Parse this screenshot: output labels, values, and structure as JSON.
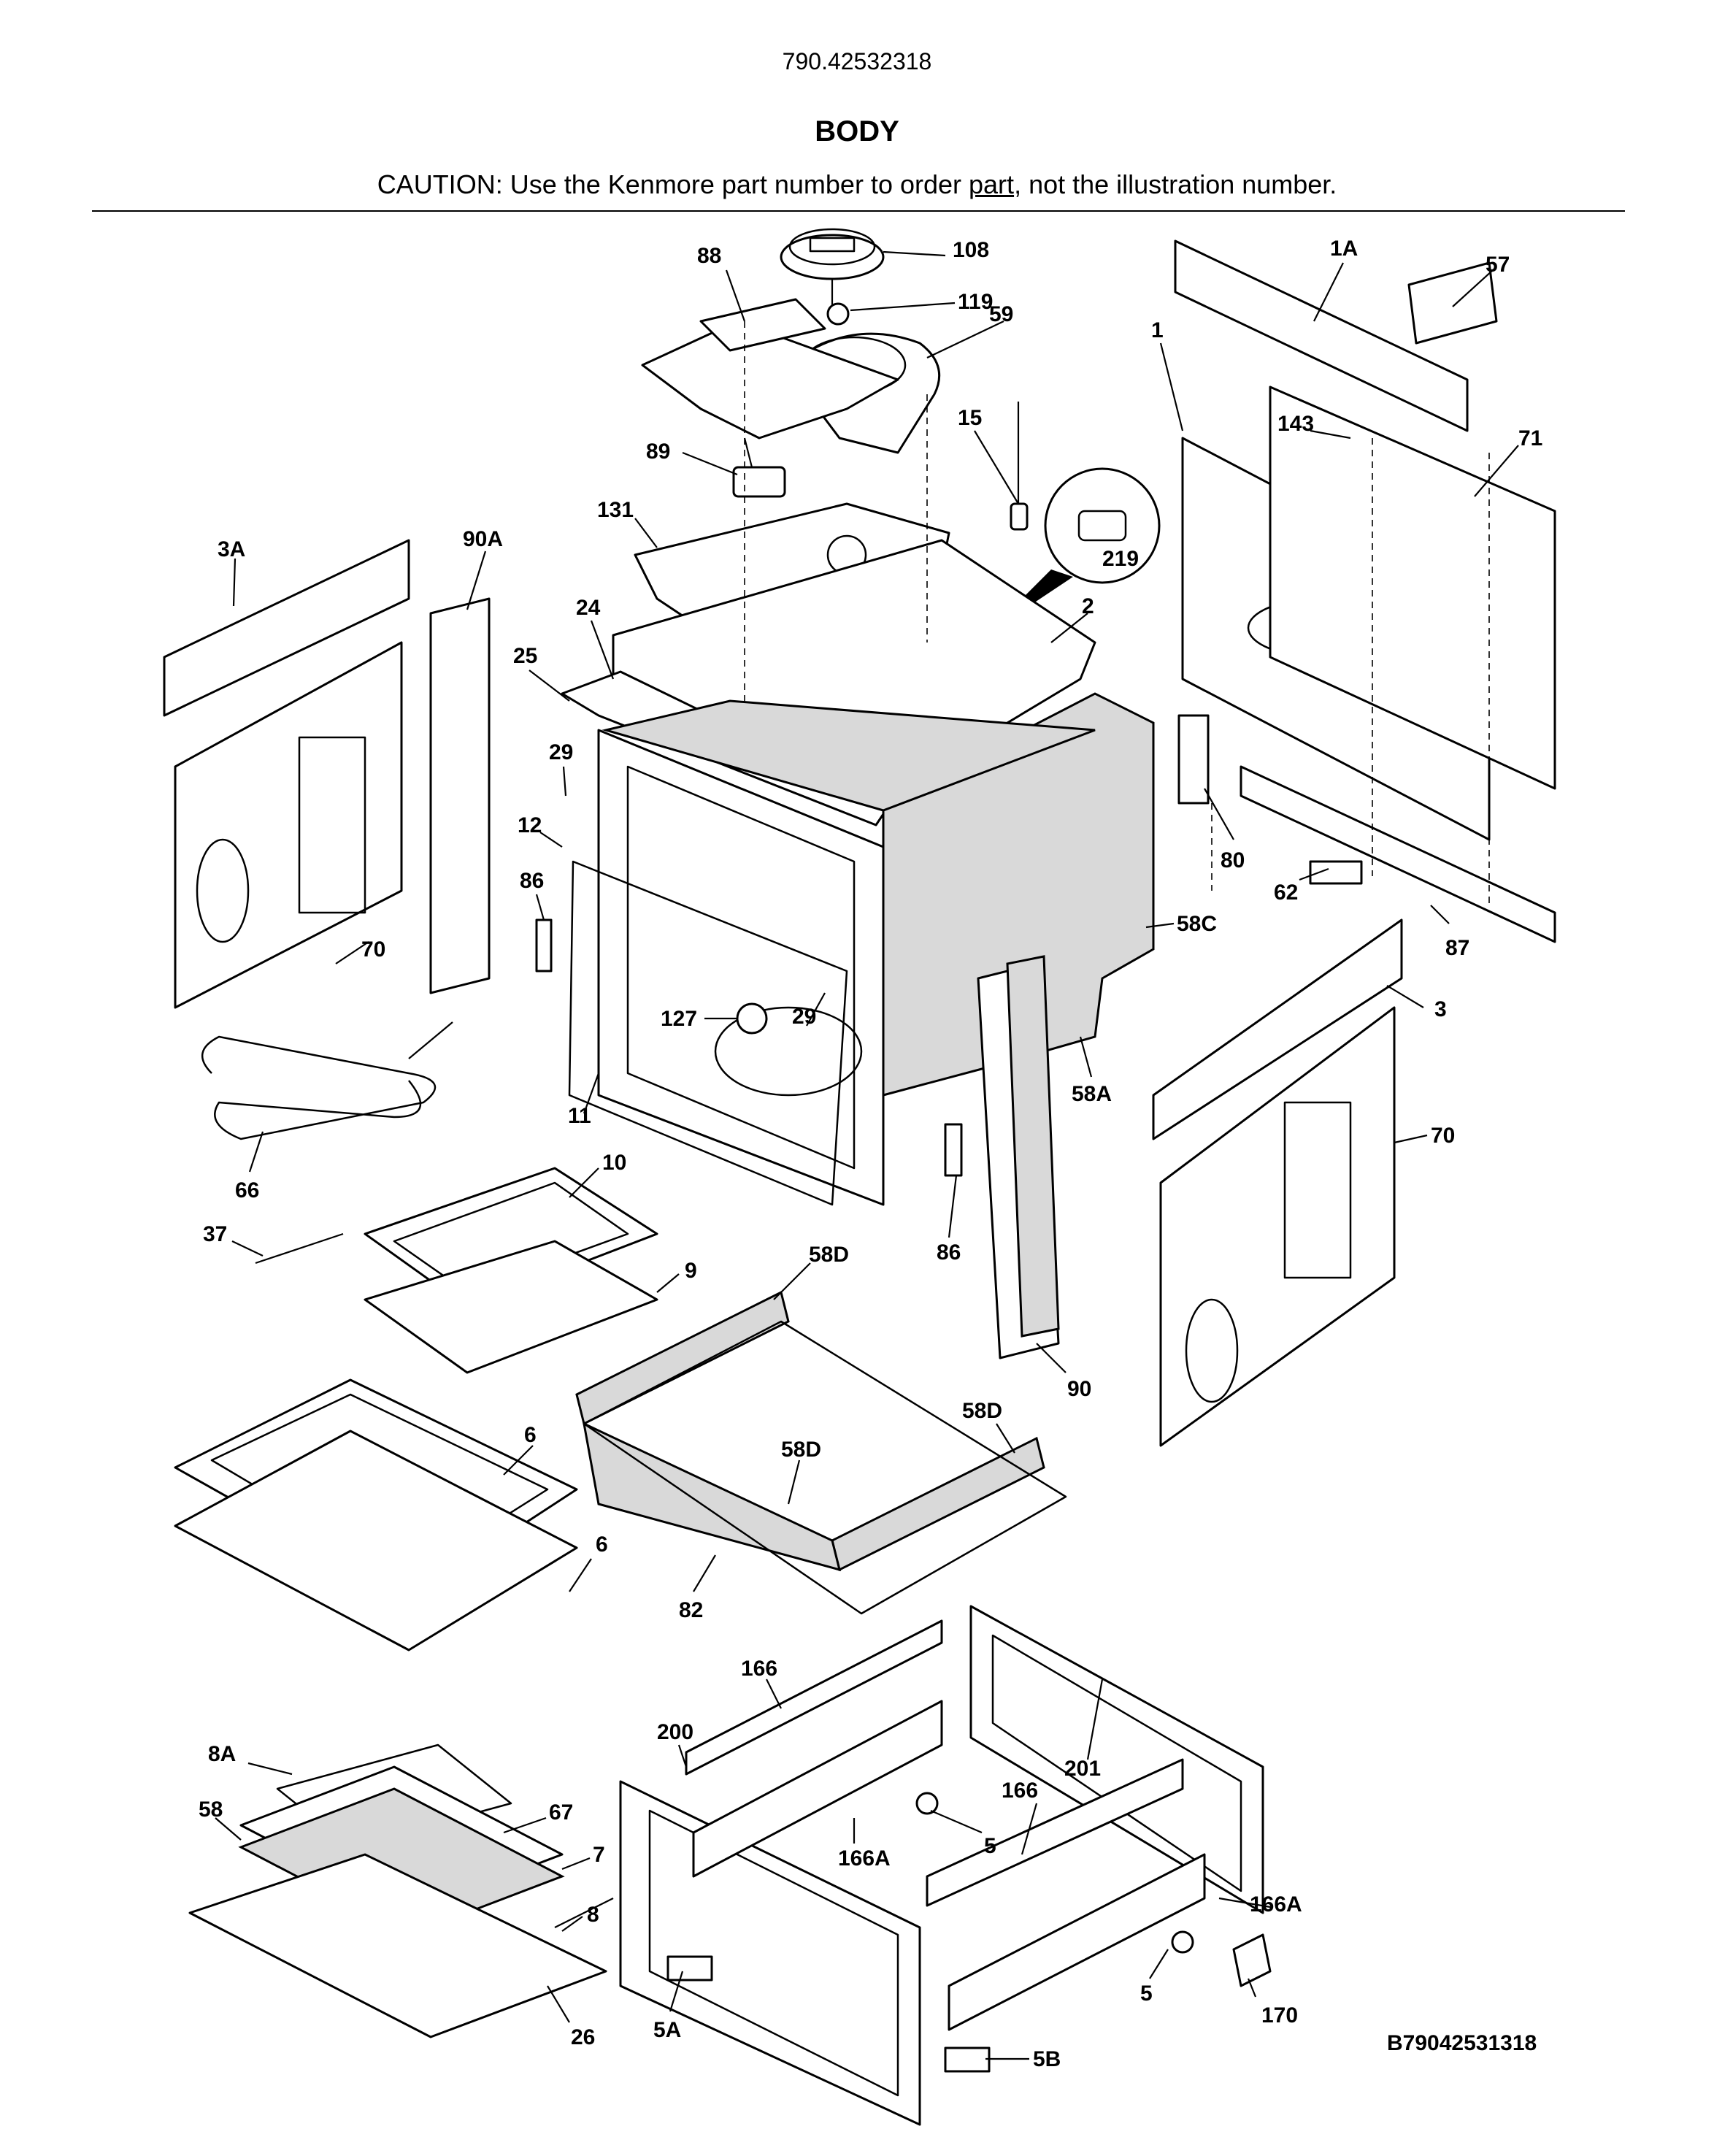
{
  "header": {
    "model_number": "790.42532318",
    "section_title": "BODY",
    "caution_prefix": "CAUTION: Use the Kenmore part number to order ",
    "caution_link": "part",
    "caution_suffix": ", not the illustration number."
  },
  "drawing_id": "B79042531318",
  "callouts": {
    "c108": "108",
    "c119": "119",
    "c88": "88",
    "c59": "59",
    "c1A": "1A",
    "c57": "57",
    "c1": "1",
    "c143": "143",
    "c71": "71",
    "c15": "15",
    "c89": "89",
    "c219": "219",
    "c131": "131",
    "c3A": "3A",
    "c90A": "90A",
    "c24": "24",
    "c2": "2",
    "c25": "25",
    "c29a": "29",
    "c12": "12",
    "c86a": "86",
    "c70a": "70",
    "c80": "80",
    "c62": "62",
    "c58C": "58C",
    "c87": "87",
    "c3": "3",
    "c127": "127",
    "c29b": "29",
    "c11": "11",
    "c58A": "58A",
    "c70b": "70",
    "c66": "66",
    "c10": "10",
    "c37": "37",
    "c86b": "86",
    "c9": "9",
    "c58Da": "58D",
    "c90": "90",
    "c6a": "6",
    "c58Db": "58D",
    "c58Dc": "58D",
    "c6b": "6",
    "c82": "82",
    "c166a": "166",
    "c200": "200",
    "c201": "201",
    "c8A": "8A",
    "c166b": "166",
    "c58": "58",
    "c67": "67",
    "c166Aa": "166A",
    "c5a": "5",
    "c7": "7",
    "c166Ab": "166A",
    "c8": "8",
    "c5b": "5",
    "c170": "170",
    "c26": "26",
    "c5A": "5A",
    "c5B": "5B"
  }
}
